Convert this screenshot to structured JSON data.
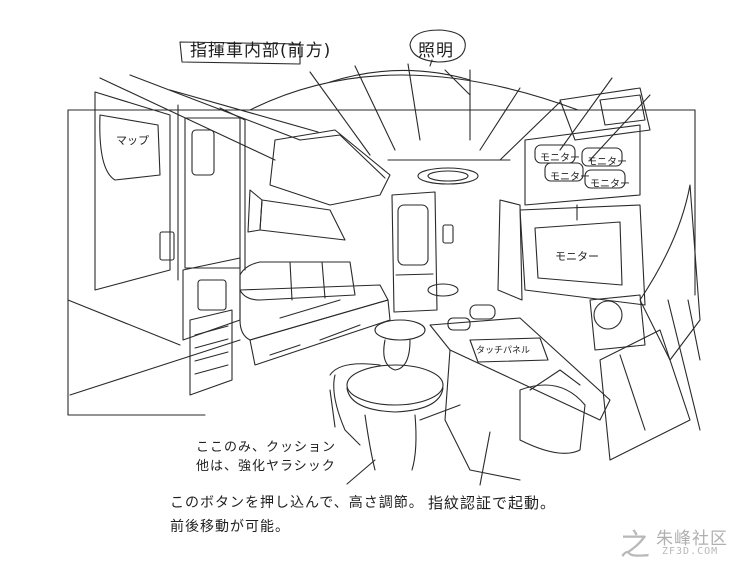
{
  "annotations": {
    "title": "指揮車内部(前方)",
    "lighting": "照明",
    "cushion_line1": "ここのみ、クッション",
    "cushion_line2": "他は、強化ヤラシック",
    "button_line1": "このボタンを押し込んで、高さ調節。",
    "button_line2": "前後移動が可能。",
    "fingerprint": "指紋認証で起動。"
  },
  "labels": {
    "map": "マップ",
    "monitor": "モニター",
    "touch_panel": "タッチパネル"
  },
  "watermark": {
    "icon": "之",
    "name": "朱峰社区",
    "site": "ZF3D.COM"
  }
}
